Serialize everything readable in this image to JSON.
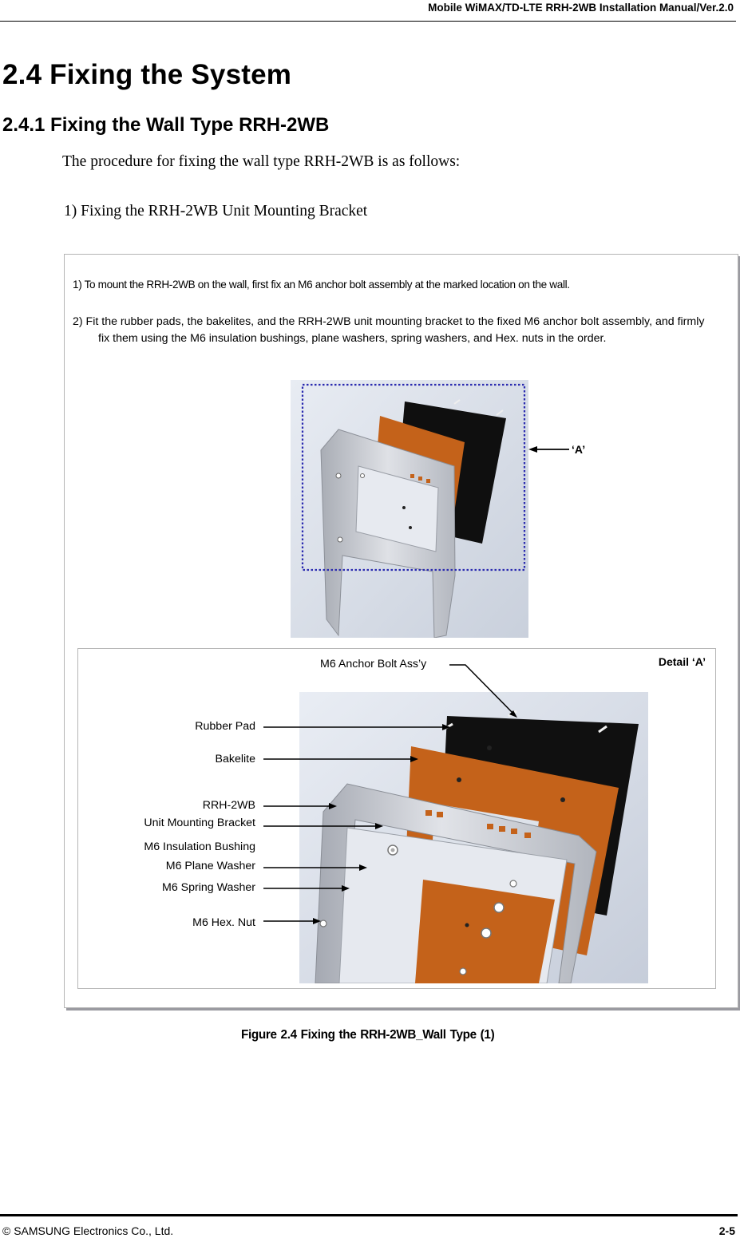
{
  "header": {
    "title": "Mobile WiMAX/TD-LTE RRH-2WB Installation Manual/Ver.2.0"
  },
  "section": {
    "title": "2.4  Fixing the System"
  },
  "subsection": {
    "title": "2.4.1  Fixing the Wall Type RRH-2WB"
  },
  "intro": "The procedure for fixing the wall type RRH-2WB is as follows:",
  "step": "1)    Fixing the RRH-2WB Unit Mounting Bracket",
  "figure": {
    "note_1": "1)    To mount the RRH-2WB on the wall, first fix an M6 anchor bolt assembly at the marked location on the wall.",
    "note_2": "2)     Fit the rubber pads, the bakelites, and the RRH-2WB unit mounting bracket to the fixed M6 anchor bolt assembly, and firmly fix them using the M6 insulation bushings, plane washers, spring washers, and Hex. nuts in the order.",
    "callout": "‘A’",
    "detail": {
      "title": "Detail ‘A’",
      "labels": {
        "anchor_bolt": "M6 Anchor Bolt Ass’y",
        "rubber_pad": "Rubber Pad",
        "bakelite": "Bakelite",
        "bracket_1": "RRH-2WB",
        "bracket_2": "Unit Mounting Bracket",
        "insulation_bushing": "M6 Insulation Bushing",
        "plane_washer": "M6 Plane Washer",
        "spring_washer": "M6 Spring Washer",
        "hex_nut": "M6 Hex. Nut"
      }
    },
    "colors": {
      "bakelite": "#c4621a",
      "rubber": "#111111",
      "bracket": "#c9ccd3",
      "background": "#d7dde8",
      "selection": "#2b2bb0"
    }
  },
  "caption": "Figure 2.4    Fixing the RRH-2WB_Wall Type (1)",
  "footer": {
    "copyright": "© SAMSUNG Electronics Co., Ltd.",
    "page": "2-5"
  }
}
